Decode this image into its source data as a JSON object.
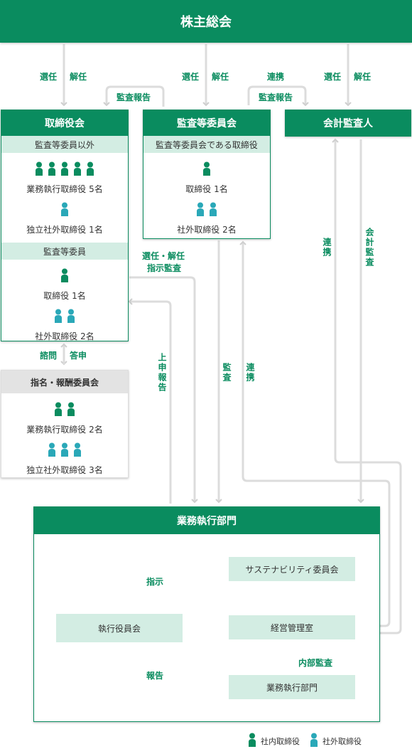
{
  "title": "株主総会",
  "arrows": {
    "sennin": "選任",
    "kainin": "解任",
    "renkei": "連携",
    "kansa_houkoku": "監査報告",
    "shimon": "諮問",
    "toushin": "答申",
    "sennin_kainin_shiji": [
      "選任・解任",
      "指示監査"
    ],
    "joushin_houkoku": "上申報告",
    "kansa": "監査",
    "kaikei_kansa": "会計監査",
    "shiji": "指示",
    "houkoku": "報告",
    "naibu_kansa": "内部監査"
  },
  "board": {
    "title": "取締役会",
    "group1_header": "監査等委員以外",
    "group1_exec": "業務執行取締役 5名",
    "group1_outside": "独立社外取締役 1名",
    "group2_header": "監査等委員",
    "group2_director": "取締役 1名",
    "group2_outside": "社外取締役 2名"
  },
  "audit_committee": {
    "title": "監査等委員会",
    "header": "監査等委員会である取締役",
    "director": "取締役 1名",
    "outside": "社外取締役 2名"
  },
  "accounting_auditor": {
    "title": "会計監査人"
  },
  "nomination_committee": {
    "title": "指名・報酬委員会",
    "exec": "業務執行取締役 2名",
    "outside": "独立社外取締役 3名"
  },
  "operations": {
    "title": "業務執行部門",
    "exec_committee": "執行役員会",
    "sustainability": "サステナビリティ委員会",
    "management_office": "経営管理室",
    "operations_dept": "業務執行部門"
  },
  "legend": {
    "internal": "社内取締役",
    "external": "社外取締役"
  },
  "colors": {
    "green": "#0a8c5f",
    "teal": "#2aa8b8",
    "light": "#d3ede3",
    "line": "#d9d9d9"
  }
}
